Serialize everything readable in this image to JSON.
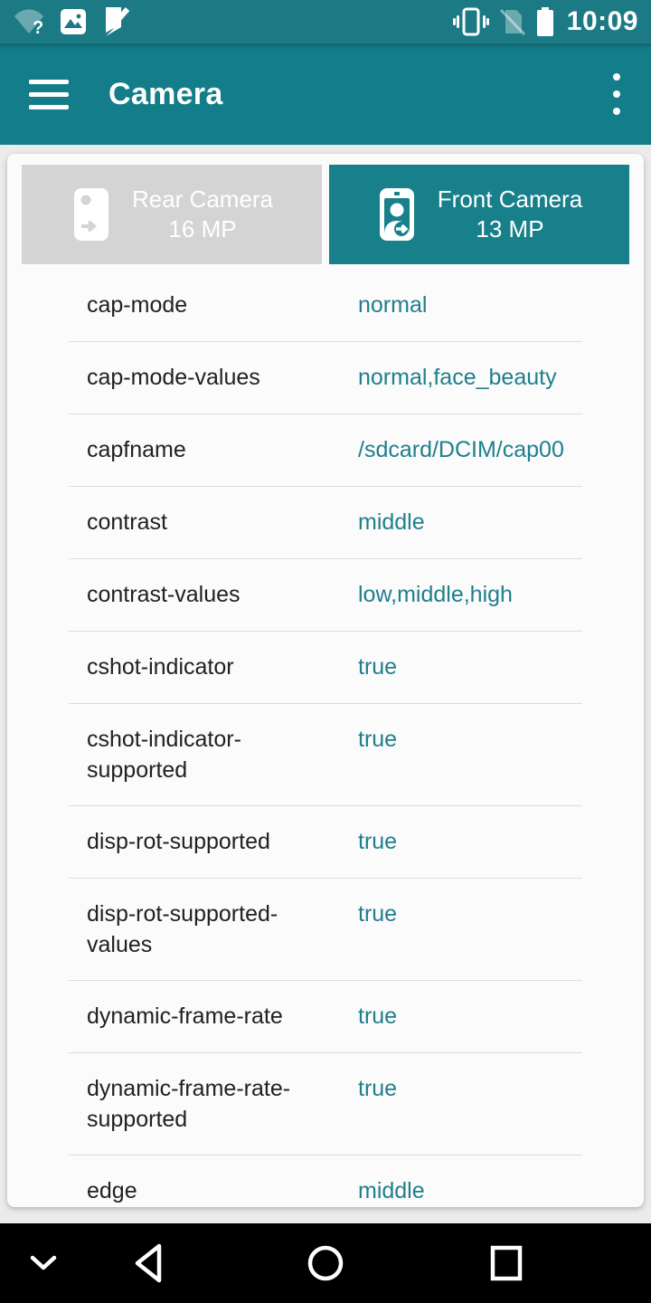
{
  "status_bar": {
    "time": "10:09",
    "icons_left": [
      "wifi-question-icon",
      "gallery-icon",
      "check-badge-icon"
    ],
    "icons_right": [
      "vibrate-icon",
      "no-sim-icon",
      "battery-full-icon"
    ]
  },
  "app_bar": {
    "title": "Camera"
  },
  "tabs": [
    {
      "line1": "Rear Camera",
      "line2": "16 MP",
      "active": false
    },
    {
      "line1": "Front Camera",
      "line2": "13 MP",
      "active": true
    }
  ],
  "properties": [
    {
      "key": "cap-mode",
      "value": "normal"
    },
    {
      "key": "cap-mode-values",
      "value": "normal,face_beauty"
    },
    {
      "key": "capfname",
      "value": "/sdcard/DCIM/cap00"
    },
    {
      "key": "contrast",
      "value": "middle"
    },
    {
      "key": "contrast-values",
      "value": "low,middle,high"
    },
    {
      "key": "cshot-indicator",
      "value": "true"
    },
    {
      "key": "cshot-indicator-supported",
      "value": "true"
    },
    {
      "key": "disp-rot-supported",
      "value": "true"
    },
    {
      "key": "disp-rot-supported-values",
      "value": "true"
    },
    {
      "key": "dynamic-frame-rate",
      "value": "true"
    },
    {
      "key": "dynamic-frame-rate-supported",
      "value": "true"
    },
    {
      "key": "edge",
      "value": "middle"
    }
  ],
  "colors": {
    "status_bar": "#1c7a84",
    "app_bar": "#137e8a",
    "accent_teal": "#17808a",
    "value_text": "#1f7f8c",
    "tab_inactive": "#d4d4d4",
    "card_bg": "#fbfbfb",
    "nav_bar": "#000000"
  }
}
